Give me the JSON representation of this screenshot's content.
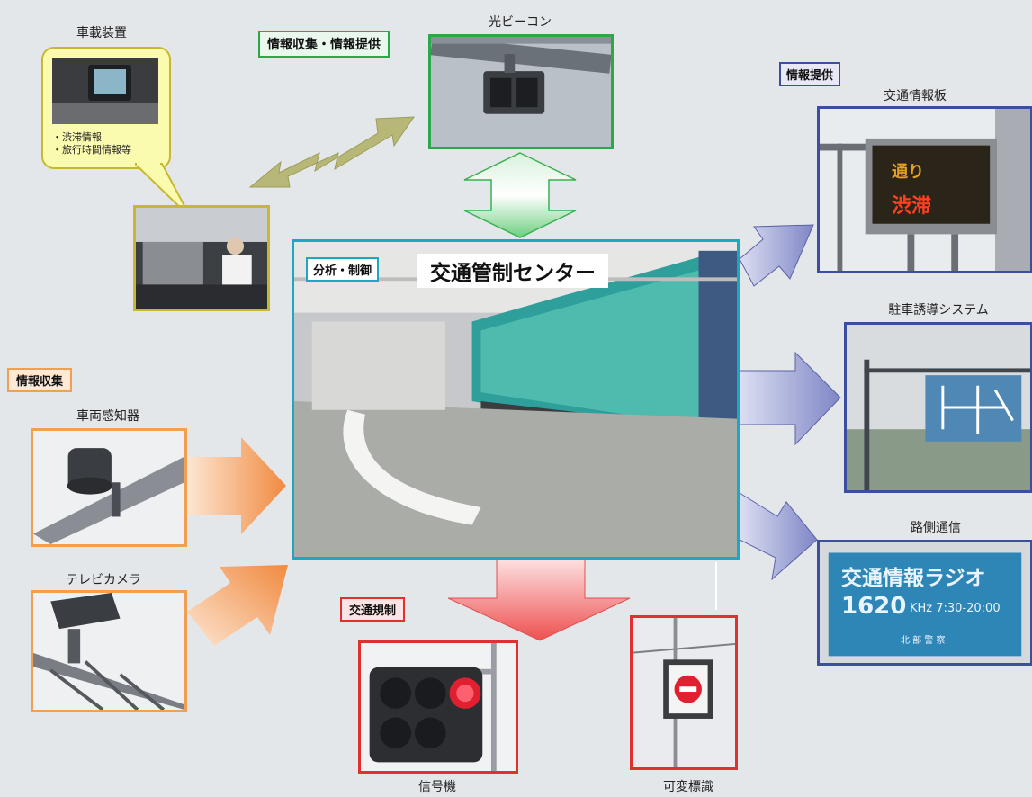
{
  "center": {
    "title": "交通管制センター",
    "tag": "分析・制御"
  },
  "groups": {
    "collect_provide": "情報収集・情報提供",
    "provide": "情報提供",
    "collect": "情報収集",
    "regulate": "交通規制"
  },
  "devices": {
    "beacon": "光ビーコン",
    "onboard": "車載装置",
    "info_board": "交通情報板",
    "parking": "駐車誘導システム",
    "roadside": "路側通信",
    "vehicle_detector": "車両感知器",
    "tv_camera": "テレビカメラ",
    "signal": "信号機",
    "variable_sign": "可変標識"
  },
  "bubble": {
    "line1": "・渋滞情報",
    "line2": "・旅行時間情報等"
  },
  "signs": {
    "board_line1": "通り",
    "board_line2": "渋滞",
    "radio_line1": "交通情報ラジオ",
    "radio_line2": "1620",
    "radio_line3": "KHz 7:30-20:00",
    "radio_line4": "北 部 警 察"
  },
  "colors": {
    "collect_orange": "#f0a050",
    "provide_blue": "#3a4fa0",
    "beacon_green": "#2aa84a",
    "regulate_red": "#e03030",
    "center_teal": "#1ba8c0",
    "onboard_olive": "#c8b830"
  }
}
